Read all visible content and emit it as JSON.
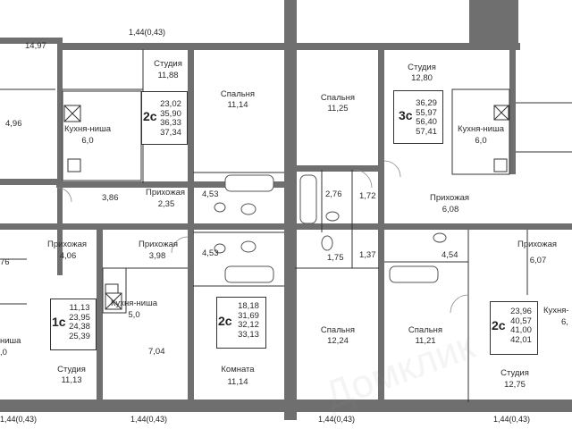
{
  "balconies": [
    "1,44(0,43)",
    "1,44(0,43)",
    "1,44(0,43)",
    "1,44(0,43)",
    "1,44(0,43)"
  ],
  "units": {
    "u2c_top": {
      "code": "2с",
      "areas": [
        "23,02",
        "35,90",
        "36,33",
        "37,34"
      ]
    },
    "u3c_top": {
      "code": "3с",
      "areas": [
        "36,29",
        "55,97",
        "56,40",
        "57,41"
      ]
    },
    "u1c_bottom": {
      "code": "1с",
      "areas": [
        "11,13",
        "23,95",
        "24,38",
        "25,39"
      ]
    },
    "u2c_bottom_mid": {
      "code": "2с",
      "areas": [
        "18,18",
        "31,69",
        "32,12",
        "33,13"
      ]
    },
    "u2c_bottom_right": {
      "code": "2с",
      "areas": [
        "23,96",
        "40,57",
        "41,00",
        "42,01"
      ]
    }
  },
  "rooms": {
    "r_14_97": {
      "area": "14,97"
    },
    "r_4_96": {
      "area": "4,96"
    },
    "studio_top_left": {
      "name": "Студия",
      "area": "11,88"
    },
    "kitchen_top_left": {
      "name": "Кухня-ниша",
      "area": "6,0"
    },
    "bedroom_top_mid_left": {
      "name": "Спальня",
      "area": "11,14"
    },
    "bedroom_top_mid_right": {
      "name": "Спальня",
      "area": "11,25"
    },
    "studio_top_right": {
      "name": "Студия",
      "area": "12,80"
    },
    "kitchen_top_right": {
      "name": "Кухня-ниша",
      "area": "6,0"
    },
    "hall_top_left": {
      "name": "Прихожая",
      "area": "2,35"
    },
    "hall_top_right": {
      "name": "Прихожая",
      "area": "6,08"
    },
    "r_3_86": {
      "area": "3,86"
    },
    "bath_4_53_top": {
      "area": "4,53"
    },
    "bath_2_76": {
      "area": "2,76"
    },
    "r_1_72": {
      "area": "1,72"
    },
    "hall_left_406": {
      "name": "Прихожая",
      "area": "4,06"
    },
    "hall_398": {
      "name": "Прихожая",
      "area": "3,98"
    },
    "bath_4_53_bottom": {
      "area": "4,53"
    },
    "wc_1_75": {
      "area": "1,75"
    },
    "r_1_37": {
      "area": "1,37"
    },
    "bath_4_54": {
      "area": "4,54"
    },
    "hall_607": {
      "name": "Прихожая",
      "area": "6,07"
    },
    "kitchen_bottom_left": {
      "name": "Кухня-ниша",
      "area": "5,0"
    },
    "r_7_04": {
      "area": "7,04"
    },
    "studio_bottom_left": {
      "name": "Студия",
      "area": "11,13"
    },
    "room_bottom_mid": {
      "name": "Комната",
      "area": "11,14"
    },
    "bedroom_bottom_mid": {
      "name": "Спальня",
      "area": "12,24"
    },
    "bedroom_bottom_right": {
      "name": "Спальня",
      "area": "11,21"
    },
    "studio_bottom_right": {
      "name": "Студия",
      "area": "12,75"
    },
    "edge_76": {
      "area": "76"
    },
    "edge_nisha": {
      "name": "ниша"
    },
    "edge_0": {
      "area": ",0"
    },
    "edge_kitchen_right": {
      "name": "Кухня-"
    },
    "edge_6": {
      "area": "6,"
    }
  },
  "colors": {
    "wall": "#6f6f6f",
    "line": "#333333",
    "background": "#ffffff"
  }
}
